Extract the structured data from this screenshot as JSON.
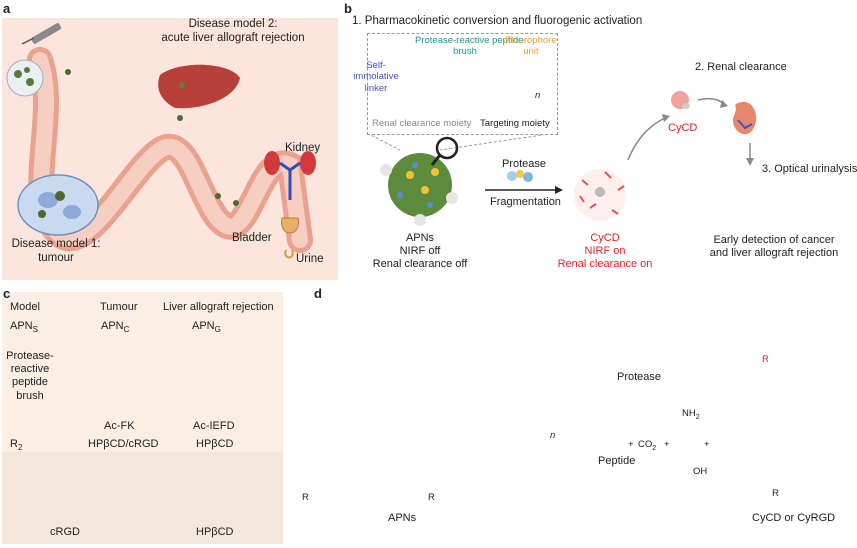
{
  "panels": {
    "a": {
      "letter": "a",
      "disease_model_2_line1": "Disease model 2:",
      "disease_model_2_line2": "acute liver allograft rejection",
      "disease_model_1_line1": "Disease model 1:",
      "disease_model_1_line2": "tumour",
      "kidney": "Kidney",
      "bladder": "Bladder",
      "urine": "Urine"
    },
    "b": {
      "letter": "b",
      "step1": "1. Pharmacokinetic conversion and fluorogenic activation",
      "protease_brush_line1": "Protease-reactive peptide",
      "protease_brush_line2": "brush",
      "fluorophore_line1": "Fluorophore",
      "fluorophore_line2": "unit",
      "self_immolative_line1": "Self-",
      "self_immolative_line2": "immolative",
      "self_immolative_line3": "linker",
      "n_label": "n",
      "renal_moiety": "Renal clearance moiety",
      "targeting_moiety": "Targeting moiety",
      "protease": "Protease",
      "fragmentation": "Fragmentation",
      "apns_line1": "APNs",
      "apns_line2": "NIRF off",
      "apns_line3": "Renal clearance off",
      "cycd_label": "CyCD",
      "cycd_line1": "CyCD",
      "cycd_line2": "NIRF on",
      "cycd_line3": "Renal clearance on",
      "step2": "2. Renal clearance",
      "step3": "3. Optical urinalysis",
      "early_line1": "Early detection of cancer",
      "early_line2": "and liver allograft rejection"
    },
    "c": {
      "letter": "c",
      "col_model": "Model",
      "col_tumour": "Tumour",
      "col_liver": "Liver allograft rejection",
      "row_apns": "APN",
      "row_apns_sub": "S",
      "apnc": "APN",
      "apnc_sub": "C",
      "apng": "APN",
      "apng_sub": "G",
      "row_brush_line1": "Protease-",
      "row_brush_line2": "reactive",
      "row_brush_line3": "peptide",
      "row_brush_line4": "brush",
      "ac_fk": "Ac-FK",
      "ac_iefd": "Ac-IEFD",
      "row_r2": "R",
      "row_r2_sub": "2",
      "r2_tumour": "HPβCD/cRGD",
      "r2_liver": "HPβCD",
      "crgd": "cRGD",
      "hpbcd": "HPβCD"
    },
    "d": {
      "letter": "d",
      "protease": "Protease",
      "apns": "APNs",
      "peptide": "Peptide",
      "co2": "CO",
      "co2_sub": "2",
      "plus1": "+",
      "plus2": "+",
      "plus3": "+",
      "n_label": "n",
      "product": "CyCD or CyRGD",
      "r2_a": "R",
      "r2_b": "R",
      "r2_c": "R",
      "nh2": "NH",
      "oh": "OH",
      "r1nh": "R",
      "nh_sub": "2"
    }
  },
  "colors": {
    "panel_a_bg": "#fbe5dc",
    "red_text": "#e8202a",
    "orange_structure": "#f0a23a",
    "blue_structure": "#2f3fd6",
    "red_structure": "#e8202a",
    "teal_beads": "#28b7b0"
  },
  "icons": [
    "syringe-icon",
    "liver-icon",
    "kidney-icon",
    "bladder-icon",
    "magnifier-icon",
    "nanoparticle-icon",
    "enzyme-icon",
    "urine-tube-icon",
    "cyclodextrin-icon"
  ]
}
